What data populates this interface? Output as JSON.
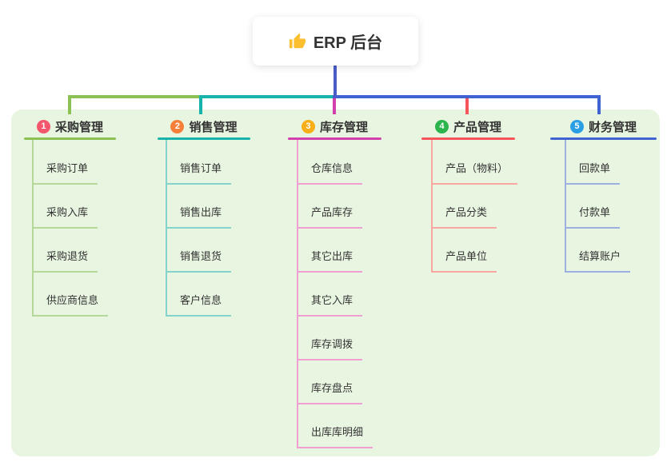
{
  "root": {
    "label": "ERP 后台",
    "icon": "thumbs-up-icon",
    "icon_color": "#fbbe2e",
    "card_bg": "#ffffff",
    "line_color": "#4a5cc8"
  },
  "panel": {
    "bg_color": "#e8f5e1"
  },
  "branches": [
    {
      "num": "1",
      "label": "采购管理",
      "badge_color": "#f4566d",
      "line_color": "#8cc153",
      "light_color": "#b5d89a",
      "children": [
        "采购订单",
        "采购入库",
        "采购退货",
        "供应商信息"
      ]
    },
    {
      "num": "2",
      "label": "销售管理",
      "badge_color": "#f6803a",
      "line_color": "#16b3ad",
      "light_color": "#83d3cc",
      "children": [
        "销售订单",
        "销售出库",
        "销售退货",
        "客户信息"
      ]
    },
    {
      "num": "3",
      "label": "库存管理",
      "badge_color": "#f8ae17",
      "line_color": "#d43fae",
      "light_color": "#f19fd2",
      "children": [
        "仓库信息",
        "产品库存",
        "其它出库",
        "其它入库",
        "库存调拨",
        "库存盘点",
        "出库库明细"
      ]
    },
    {
      "num": "4",
      "label": "产品管理",
      "badge_color": "#2cb54d",
      "line_color": "#f4555a",
      "light_color": "#f8a7a2",
      "children": [
        "产品（物料）",
        "产品分类",
        "产品单位"
      ]
    },
    {
      "num": "5",
      "label": "财务管理",
      "badge_color": "#2b9fe3",
      "line_color": "#3f63d2",
      "light_color": "#9db1e0",
      "children": [
        "回款单",
        "付款单",
        "结算账户"
      ]
    }
  ]
}
